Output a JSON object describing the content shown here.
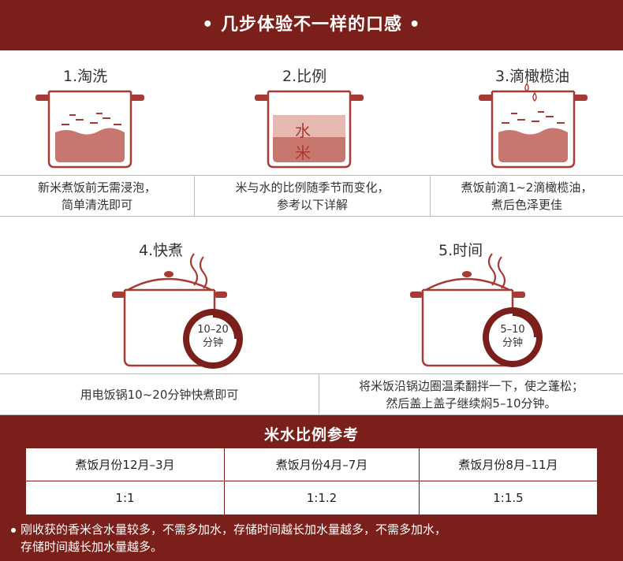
{
  "banner": {
    "title": "• 几步体验不一样的口感 •"
  },
  "steps": [
    {
      "label": "1.淘洗",
      "desc_line1": "新米煮饭前无需浸泡，",
      "desc_line2": "简单清洗即可"
    },
    {
      "label": "2.比例",
      "water": "水",
      "rice": "米",
      "desc_line1": "米与水的比例随季节而变化，",
      "desc_line2": "参考以下详解"
    },
    {
      "label": "3.滴橄榄油",
      "desc_line1": "煮饭前滴1~2滴橄榄油，",
      "desc_line2": "煮后色泽更佳"
    },
    {
      "label": "4.快煮",
      "timer_line1": "10–20",
      "timer_line2": "分钟",
      "desc_line1": "用电饭锅10~20分钟快煮即可"
    },
    {
      "label": "5.时间",
      "timer_line1": "5–10",
      "timer_line2": "分钟",
      "desc_line1": "将米饭沿锅边圈温柔翻拌一下，使之蓬松；",
      "desc_line2": "然后盖上盖子继续焖5–10分钟。"
    }
  ],
  "ratio": {
    "heading": "米水比例参考",
    "columns": [
      "煮饭月份12月–3月",
      "煮饭月份4月–7月",
      "煮饭月份8月–11月"
    ],
    "values": [
      "1:1",
      "1:1.2",
      "1:1.5"
    ]
  },
  "note": {
    "line1": "刚收获的香米含水量较多，不需多加水，存储时间越长加水量越多，不需多加水，",
    "line2": "存储时间越长加水量越多。"
  },
  "colors": {
    "brand": "#7a1f1a",
    "accent": "#a83a35",
    "fill": "#c8776f",
    "light_fill": "#e7b9b3"
  }
}
